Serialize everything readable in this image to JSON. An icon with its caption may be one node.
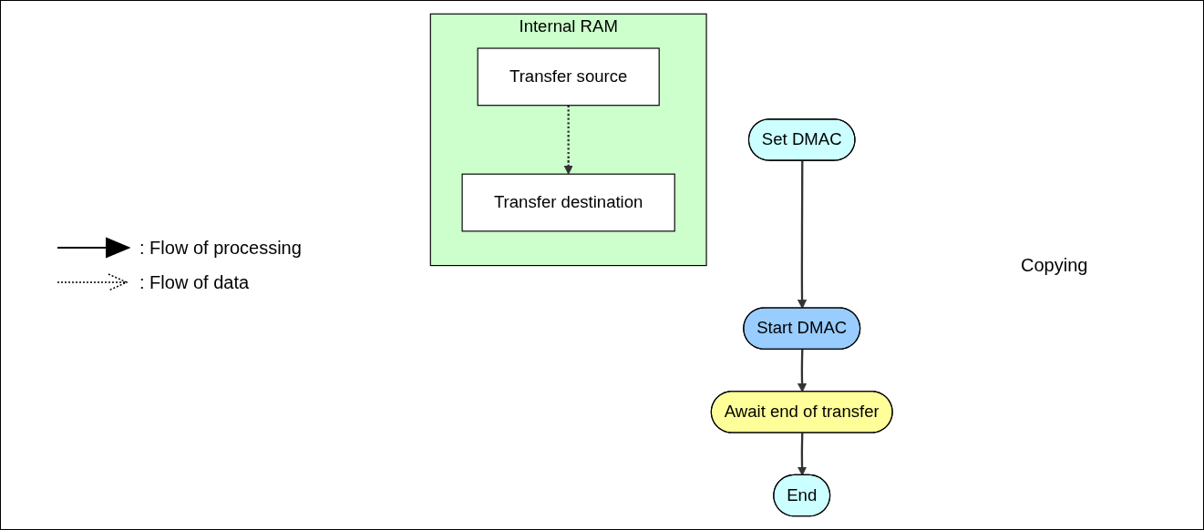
{
  "diagram": {
    "nodes": [
      {
        "text": [
          "Set DMAC"
        ]
      },
      {
        "text": [
          "Start DMAC"
        ]
      },
      {
        "text": [
          "Await end of transfer"
        ]
      },
      {
        "text": [
          "End"
        ]
      },
      {
        "text": [
          "Internal RAM"
        ]
      },
      {
        "text": [
          "Transfer source"
        ],
        "in": 4
      },
      {
        "text": [
          "Transfer destination"
        ],
        "in": 4
      }
    ],
    "edges": [
      {
        "from": 0,
        "to": 1,
        "arrow": "to"
      },
      {
        "from": 1,
        "to": 2,
        "arrow": "to"
      },
      {
        "from": 2,
        "to": 3,
        "arrow": "to"
      },
      {
        "from": 5,
        "to": 6,
        "arrow": "to",
        "style": "dashed"
      }
    ],
    "labels": [
      "Copying"
    ],
    "legend": [
      {
        "text": ": Flow of processing"
      },
      {
        "text": ": Flow of data"
      }
    ]
  }
}
